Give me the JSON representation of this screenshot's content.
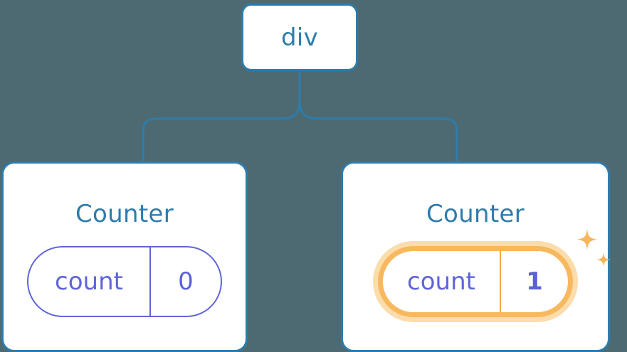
{
  "diagram": {
    "type": "component-tree",
    "title": "React component tree with highlighted state update",
    "background_color": "#4d6a73",
    "colors": {
      "card_background": "#ffffff",
      "card_border": "#2e7cab",
      "node_label": "#2e7cab",
      "connector": "#2e7cab",
      "state_pill_border": "#6065d8",
      "state_pill_text": "#6065d8",
      "highlight_border": "#f8b85e",
      "highlight_glow": "#fbdcab",
      "highlight_divider": "#f2a93f",
      "sparkle": "#f7b55c"
    },
    "root": {
      "label": "div"
    },
    "children": [
      {
        "label": "Counter",
        "state": {
          "key": "count",
          "value": "0"
        },
        "highlighted": false,
        "sparkles": false
      },
      {
        "label": "Counter",
        "state": {
          "key": "count",
          "value": "1"
        },
        "highlighted": true,
        "sparkles": true
      }
    ],
    "edges": [
      {
        "from": "div",
        "to": "Counter (left)"
      },
      {
        "from": "div",
        "to": "Counter (right)"
      }
    ],
    "icons": {
      "sparkle_large": "sparkle-icon",
      "sparkle_small": "sparkle-icon"
    }
  }
}
